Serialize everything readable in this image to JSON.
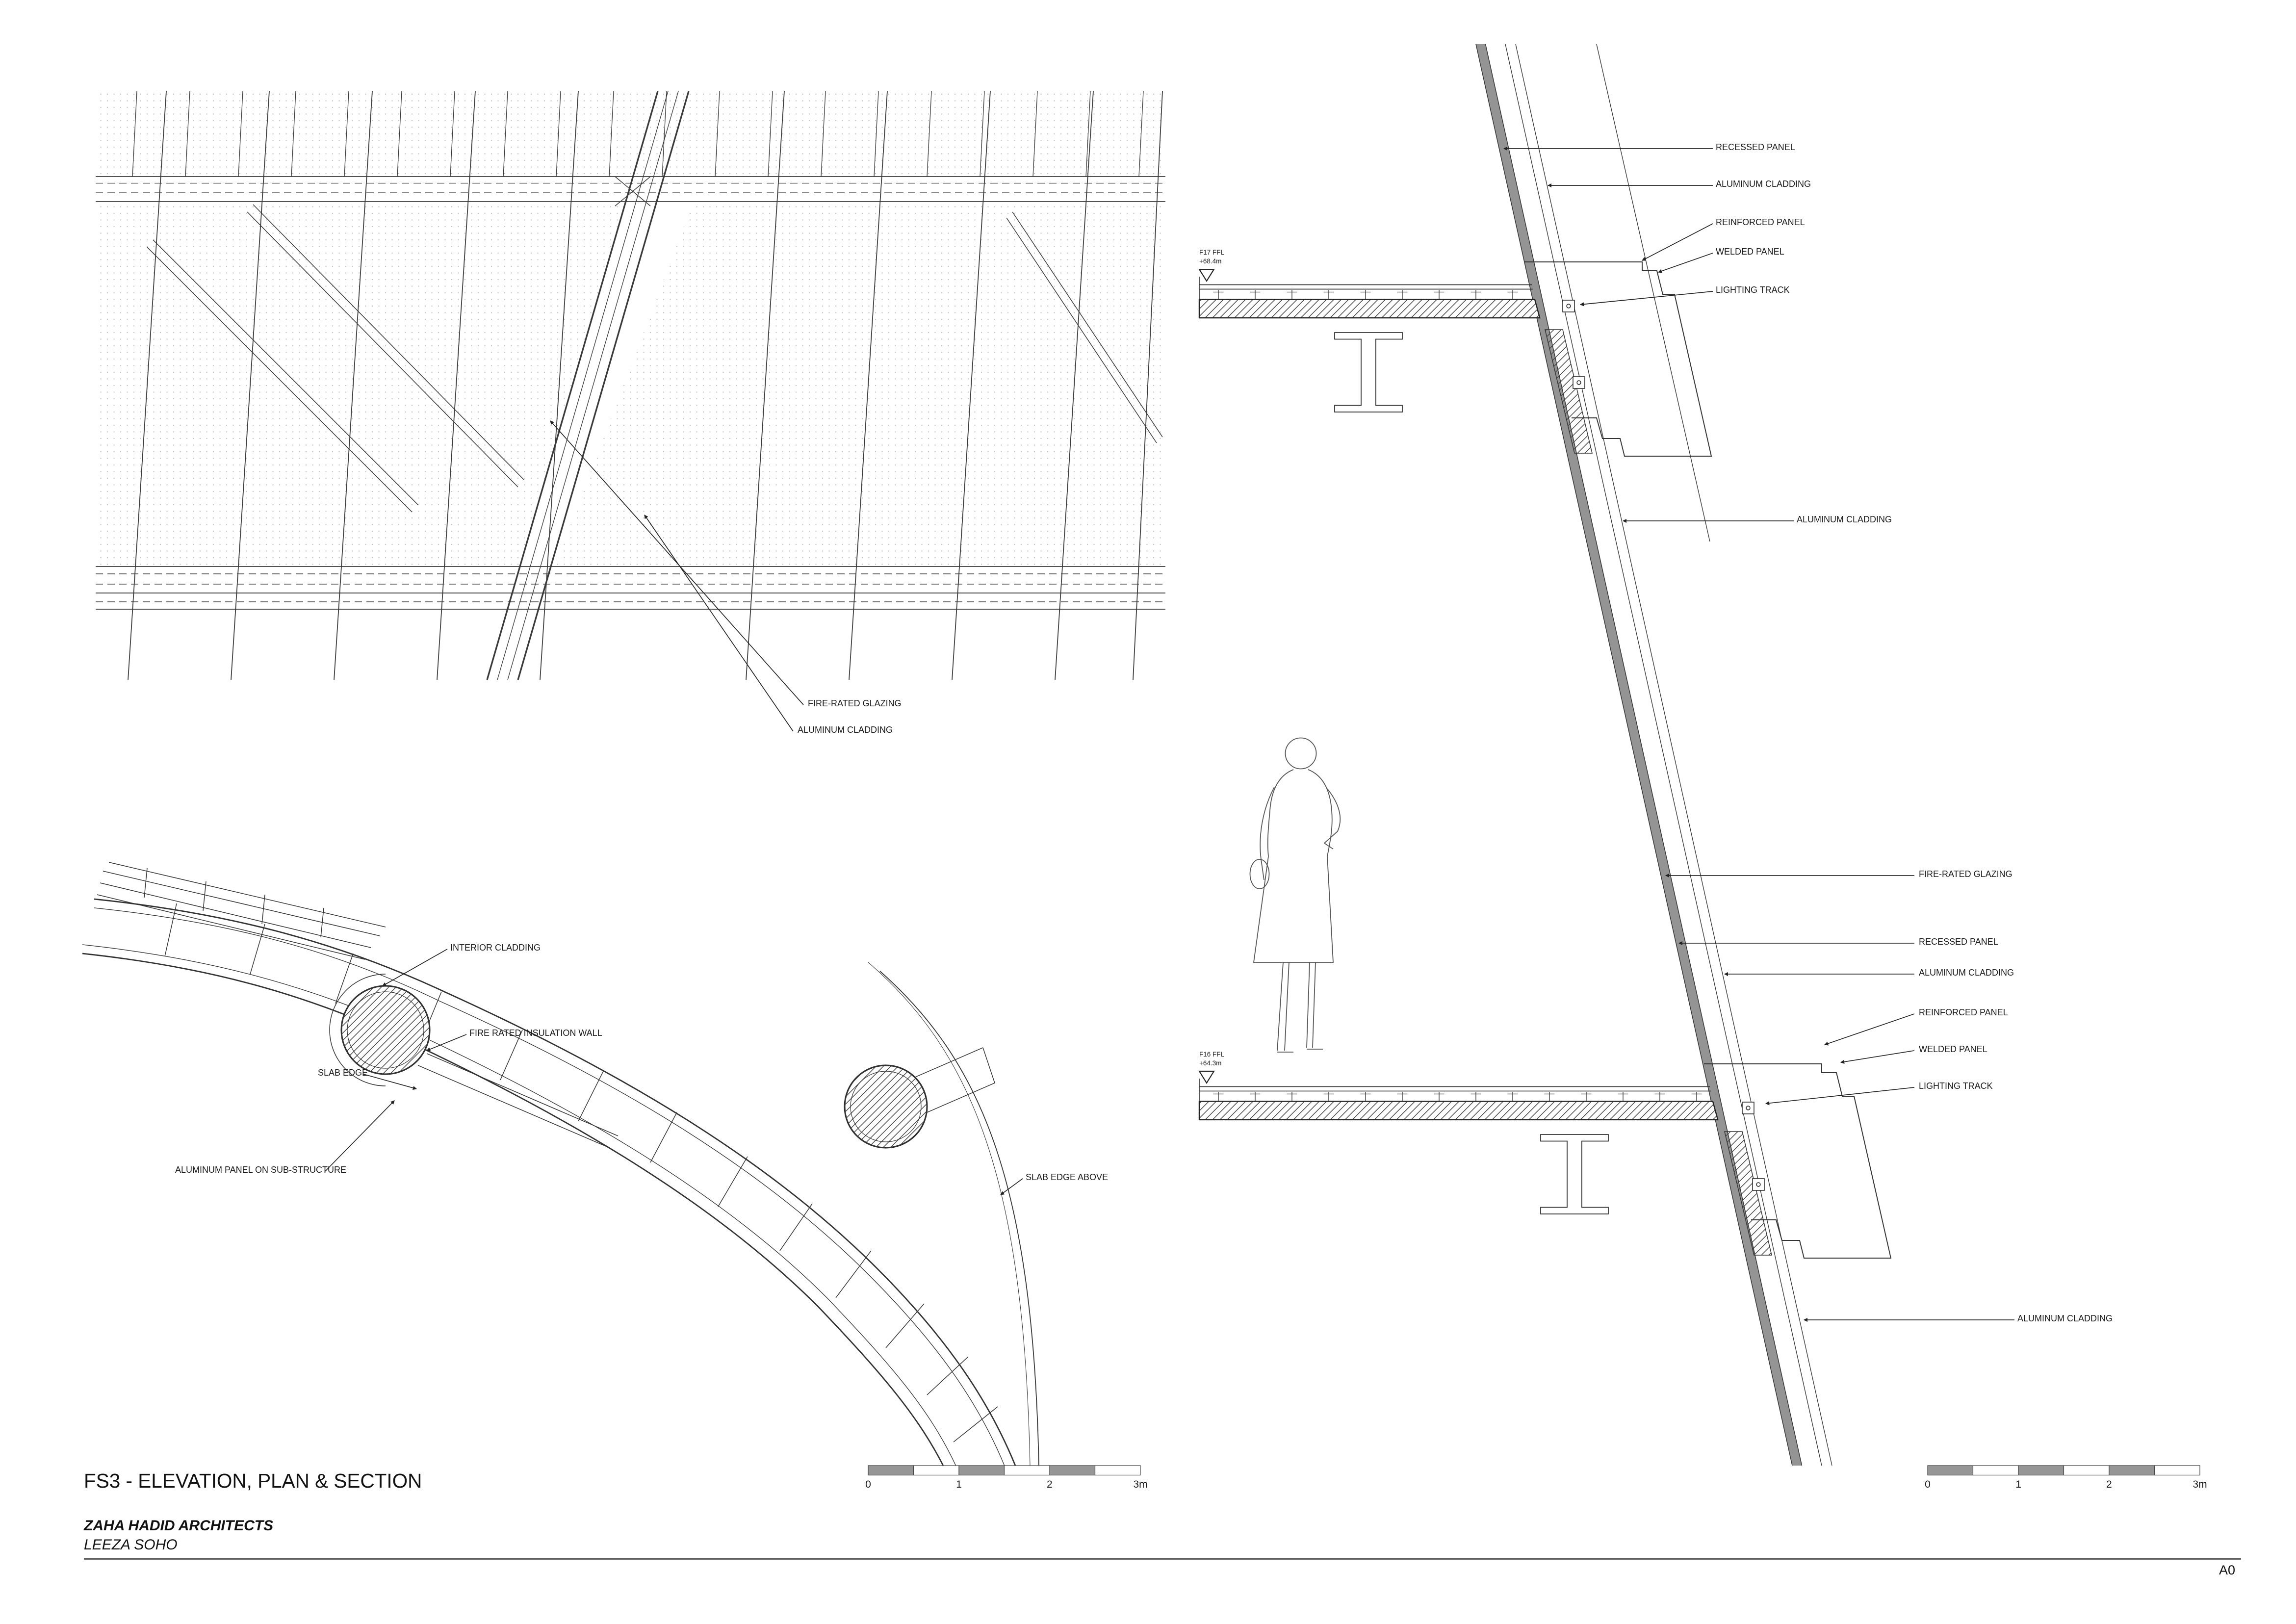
{
  "title_block": {
    "drawing_title": "FS3 - ELEVATION, PLAN & SECTION",
    "firm": "ZAHA HADID ARCHITECTS",
    "project": "LEEZA SOHO",
    "sheet_size": "A0"
  },
  "scale_bars": {
    "left": {
      "ticks": [
        "0",
        "1",
        "2",
        "3m"
      ]
    },
    "right": {
      "ticks": [
        "0",
        "1",
        "2",
        "3m"
      ]
    }
  },
  "elevation_view": {
    "labels": [
      "FIRE-RATED GLAZING",
      "ALUMINUM CLADDING"
    ]
  },
  "plan_view": {
    "labels": [
      "INTERIOR CLADDING",
      "FIRE RATED INSULATION WALL",
      "SLAB EDGE",
      "ALUMINUM PANEL ON SUB-STRUCTURE",
      "SLAB EDGE ABOVE"
    ]
  },
  "section_view": {
    "upper_labels": [
      "RECESSED PANEL",
      "ALUMINUM CLADDING",
      "REINFORCED PANEL",
      "WELDED PANEL",
      "LIGHTING TRACK"
    ],
    "mid_label": "ALUMINUM CLADDING",
    "lower_labels": [
      "FIRE-RATED GLAZING",
      "RECESSED PANEL",
      "ALUMINUM CLADDING",
      "REINFORCED PANEL",
      "WELDED PANEL",
      "LIGHTING TRACK"
    ],
    "bottom_label": "ALUMINUM CLADDING",
    "levels": [
      {
        "name": "F17 FFL",
        "elev": "+68.4m"
      },
      {
        "name": "F16 FFL",
        "elev": "+64.3m"
      }
    ]
  },
  "colors": {
    "line": "#2a2a2a",
    "cladding_gray": "#949494",
    "scale_gray": "#969696"
  }
}
